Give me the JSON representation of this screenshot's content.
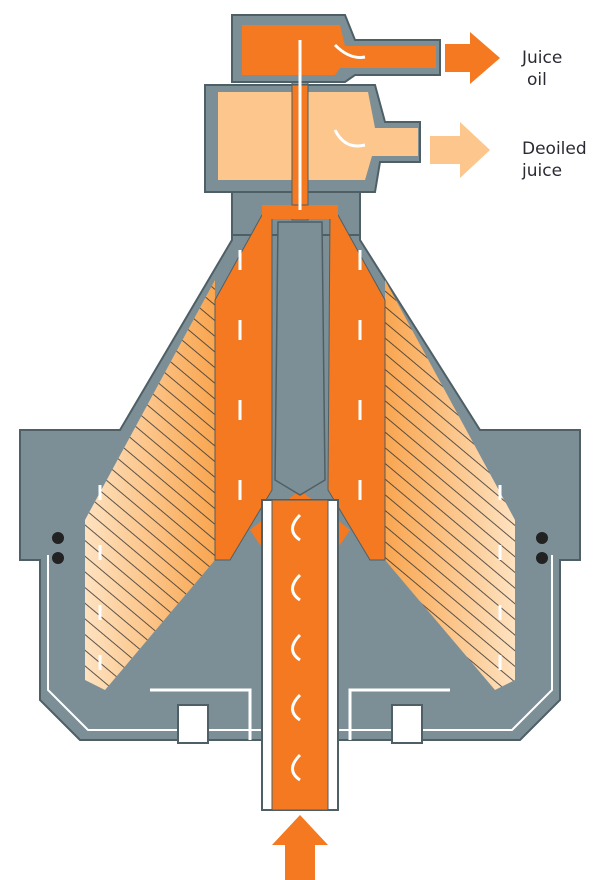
{
  "labels": {
    "juice_oil_line1": "Juice",
    "juice_oil_line2": "oil",
    "deoiled_line1": "Deoiled",
    "deoiled_line2": "juice"
  },
  "colors": {
    "housing": "#7d8f96",
    "heavy_phase": "#f47920",
    "light_phase": "#fdc68c",
    "outline": "#4f5f66"
  }
}
